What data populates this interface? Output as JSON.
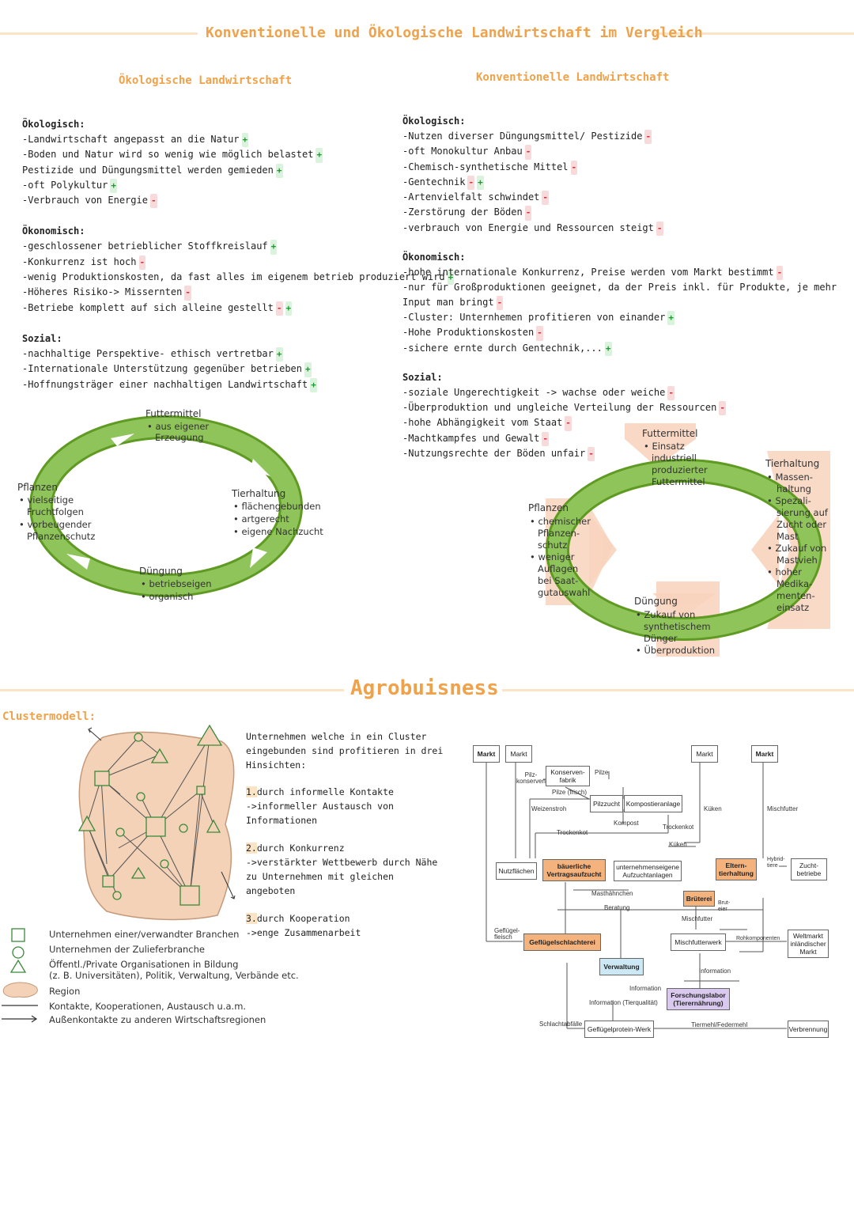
{
  "page_title": "Konventionelle und Ökologische Landwirtschaft im Vergleich",
  "left": {
    "heading": "Ökologische Landwirtschaft",
    "sections": [
      {
        "title": "Ökologisch:",
        "lines": [
          {
            "text": "-Landwirtschaft angepasst an die Natur",
            "mark": "+"
          },
          {
            "text": "-Boden und Natur wird so wenig wie möglich belastet",
            "mark": "+"
          },
          {
            "text": "Pestizide und Düngungsmittel werden gemieden",
            "mark": "+"
          },
          {
            "text": "-oft Polykultur",
            "mark": "+"
          },
          {
            "text": "-Verbrauch von Energie",
            "mark": "-"
          }
        ]
      },
      {
        "title": "Ökonomisch:",
        "lines": [
          {
            "text": "-geschlossener betrieblicher Stoffkreislauf",
            "mark": "+"
          },
          {
            "text": "-Konkurrenz ist hoch",
            "mark": "-"
          },
          {
            "text": "-wenig Produktionskosten, da fast alles im eigenem betrieb produziert wird",
            "mark": "+"
          },
          {
            "text": "-Höheres Risiko-> Missernten",
            "mark": "-"
          },
          {
            "text": "-Betriebe komplett auf sich alleine gestellt",
            "mark": "- +"
          }
        ]
      },
      {
        "title": "Sozial:",
        "lines": [
          {
            "text": "-nachhaltige Perspektive- ethisch vertretbar",
            "mark": "+"
          },
          {
            "text": "-Internationale Unterstützung gegenüber betrieben",
            "mark": "+"
          },
          {
            "text": "-Hoffnungsträger einer nachhaltigen Landwirtschaft",
            "mark": "+"
          }
        ]
      }
    ],
    "cycle": {
      "futter_title": "Futtermittel",
      "futter_lines": [
        "• aus eigener",
        "Erzeugung"
      ],
      "pflanzen_title": "Pflanzen",
      "pflanzen_lines": [
        "• vielseitige",
        "Fruchtfolgen",
        "• vorbeugender",
        "Pflanzenschutz"
      ],
      "tier_title": "Tierhaltung",
      "tier_lines": [
        "• flächengebunden",
        "• artgerecht",
        "• eigene Nachzucht"
      ],
      "dung_title": "Düngung",
      "dung_lines": [
        "• betriebseigen",
        "• organisch"
      ]
    }
  },
  "right": {
    "heading": "Konventionelle Landwirtschaft",
    "sections": [
      {
        "title": "Ökologisch:",
        "lines": [
          {
            "text": "-Nutzen diverser Düngungsmittel/ Pestizide",
            "mark": "-"
          },
          {
            "text": "-oft Monokultur Anbau",
            "mark": "-"
          },
          {
            "text": "-Chemisch-synthetische Mittel",
            "mark": "-"
          },
          {
            "text": "-Gentechnik",
            "mark": "- +"
          },
          {
            "text": "-Artenvielfalt schwindet",
            "mark": "-"
          },
          {
            "text": "-Zerstörung der Böden",
            "mark": "-"
          },
          {
            "text": "-verbrauch von Energie und Ressourcen steigt",
            "mark": "-"
          }
        ]
      },
      {
        "title": "Ökonomisch:",
        "lines": [
          {
            "text": "-hohe internationale Konkurrenz, Preise werden vom Markt bestimmt",
            "mark": "-"
          },
          {
            "text": "-nur für Großproduktionen geeignet, da der Preis inkl. für Produkte, je mehr",
            "mark": ""
          },
          {
            "text": "Input man bringt",
            "mark": "-"
          },
          {
            "text": "-Cluster: Unternhemen profitieren von einander",
            "mark": "+"
          },
          {
            "text": "-Hohe Produktionskosten",
            "mark": "-"
          },
          {
            "text": "-sichere ernte durch Gentechnik,...",
            "mark": "+"
          }
        ]
      },
      {
        "title": "Sozial:",
        "lines": [
          {
            "text": "-soziale Ungerechtigkeit -> wachse oder weiche",
            "mark": "-"
          },
          {
            "text": "-Überproduktion und ungleiche Verteilung der Ressourcen",
            "mark": "-"
          },
          {
            "text": "-hohe Abhängigkeit vom Staat",
            "mark": "-"
          },
          {
            "text": "-Machtkampfes und Gewalt",
            "mark": "-"
          },
          {
            "text": "-Nutzungsrechte der Böden unfair",
            "mark": "-"
          }
        ]
      }
    ],
    "cycle": {
      "futter_title": "Futtermittel",
      "futter_lines": [
        "• Einsatz",
        "industriell",
        "produzierter",
        "Futtermittel"
      ],
      "pflanzen_title": "Pflanzen",
      "pflanzen_lines": [
        "• chemischer",
        "Pflanzen-",
        "schutz",
        "• weniger",
        "Auflagen",
        "bei Saat-",
        "gutauswahl"
      ],
      "tier_title": "Tierhaltung",
      "tier_lines": [
        "• Massen-",
        "haltung",
        "• Spezali-",
        "sierung auf",
        "Zucht oder",
        "Mast",
        "• Zukauf von",
        "Mastvieh",
        "• hoher",
        "Medika-",
        "menten-",
        "einsatz"
      ],
      "dung_title": "Düngung",
      "dung_lines": [
        "• Zukauf von",
        "synthetischem",
        "Dünger",
        "• Überproduktion"
      ]
    }
  },
  "agro": {
    "title": "Agrobuisness",
    "cluster_title": "Clustermodell:",
    "intro": [
      "Unternehmen welche in ein Cluster",
      "eingebunden sind profitieren in drei",
      "Hinsichten:"
    ],
    "points": [
      {
        "num": "1.",
        "lines": [
          "durch informelle Kontakte",
          "->informeller Austausch von",
          "Informationen"
        ]
      },
      {
        "num": "2.",
        "lines": [
          "durch Konkurrenz",
          "->verstärkter Wettbewerb durch Nähe",
          "zu Unternehmen mit gleichen",
          "angeboten"
        ]
      },
      {
        "num": "3.",
        "lines": [
          "durch Kooperation",
          "->enge Zusammenarbeit"
        ]
      }
    ],
    "legend": [
      "Unternehmen einer/verwandter Branchen",
      "Unternehmen der Zulieferbranche",
      "Öffentl./Private Organisationen in Bildung",
      "(z. B. Universitäten), Politik, Verwaltung, Verbände etc.",
      "Region",
      "Kontakte, Kooperationen, Austausch u.a.m.",
      "Außenkontakte zu anderen Wirtschaftsregionen"
    ],
    "flow": {
      "markt": "Markt",
      "pilzkonserven": "Pilz-\nkonserven",
      "konservenfabrik": "Konserven-\nfabrik",
      "pilze": "Pilze",
      "pilze_frisch": "Pilze (frisch)",
      "pilzzucht": "Pilzzucht",
      "kompostieranlage": "Kompostieranlage",
      "weizenstroh": "Weizenstroh",
      "kompost": "Kompost",
      "trockenkot": "Trockenkot",
      "kueken": "Küken",
      "mischfutter": "Mischfutter",
      "nutzflaechen": "Nutzflächen",
      "vertragsaufzucht": "bäuerliche\nVertragsaufzucht",
      "aufzuchtanlagen": "unternehmenseigene\nAufzuchtanlagen",
      "elterntierhaltung": "Eltern-\ntierhaltung",
      "hybridtiere": "Hybrid-\ntiere",
      "zuchtbetriebe": "Zucht-\nbetriebe",
      "masthaehnchen": "Masthähnchen",
      "beratung": "Beratung",
      "brueterei": "Brüterei",
      "bruteier": "Brut-\neier",
      "gefluegelfleisch": "Geflügel-\nfleisch",
      "schlachterei": "Geflügelschlachterei",
      "mischfutterwerk": "Mischfutterwerk",
      "rohkomponenten": "Rohkomponenten",
      "weltmarkt": "Weltmarkt\ninländischer\nMarkt",
      "verwaltung": "Verwaltung",
      "information": "Information",
      "information_tierq": "Information (Tierqualität)",
      "forschungslabor": "Forschungslabor\n(Tierernährung)",
      "schlachtabfaelle": "Schlachtabfälle",
      "proteinwerk": "Geflügelprotein-Werk",
      "tiermehl": "Tiermehl/Federmehl",
      "verbrennung": "Verbrennung"
    }
  },
  "colors": {
    "accent": "#f0a24a",
    "plus": "#1e9a2e",
    "minus": "#d8303a",
    "ring": "#7fb23a",
    "salmon": "#f7cdb4"
  }
}
